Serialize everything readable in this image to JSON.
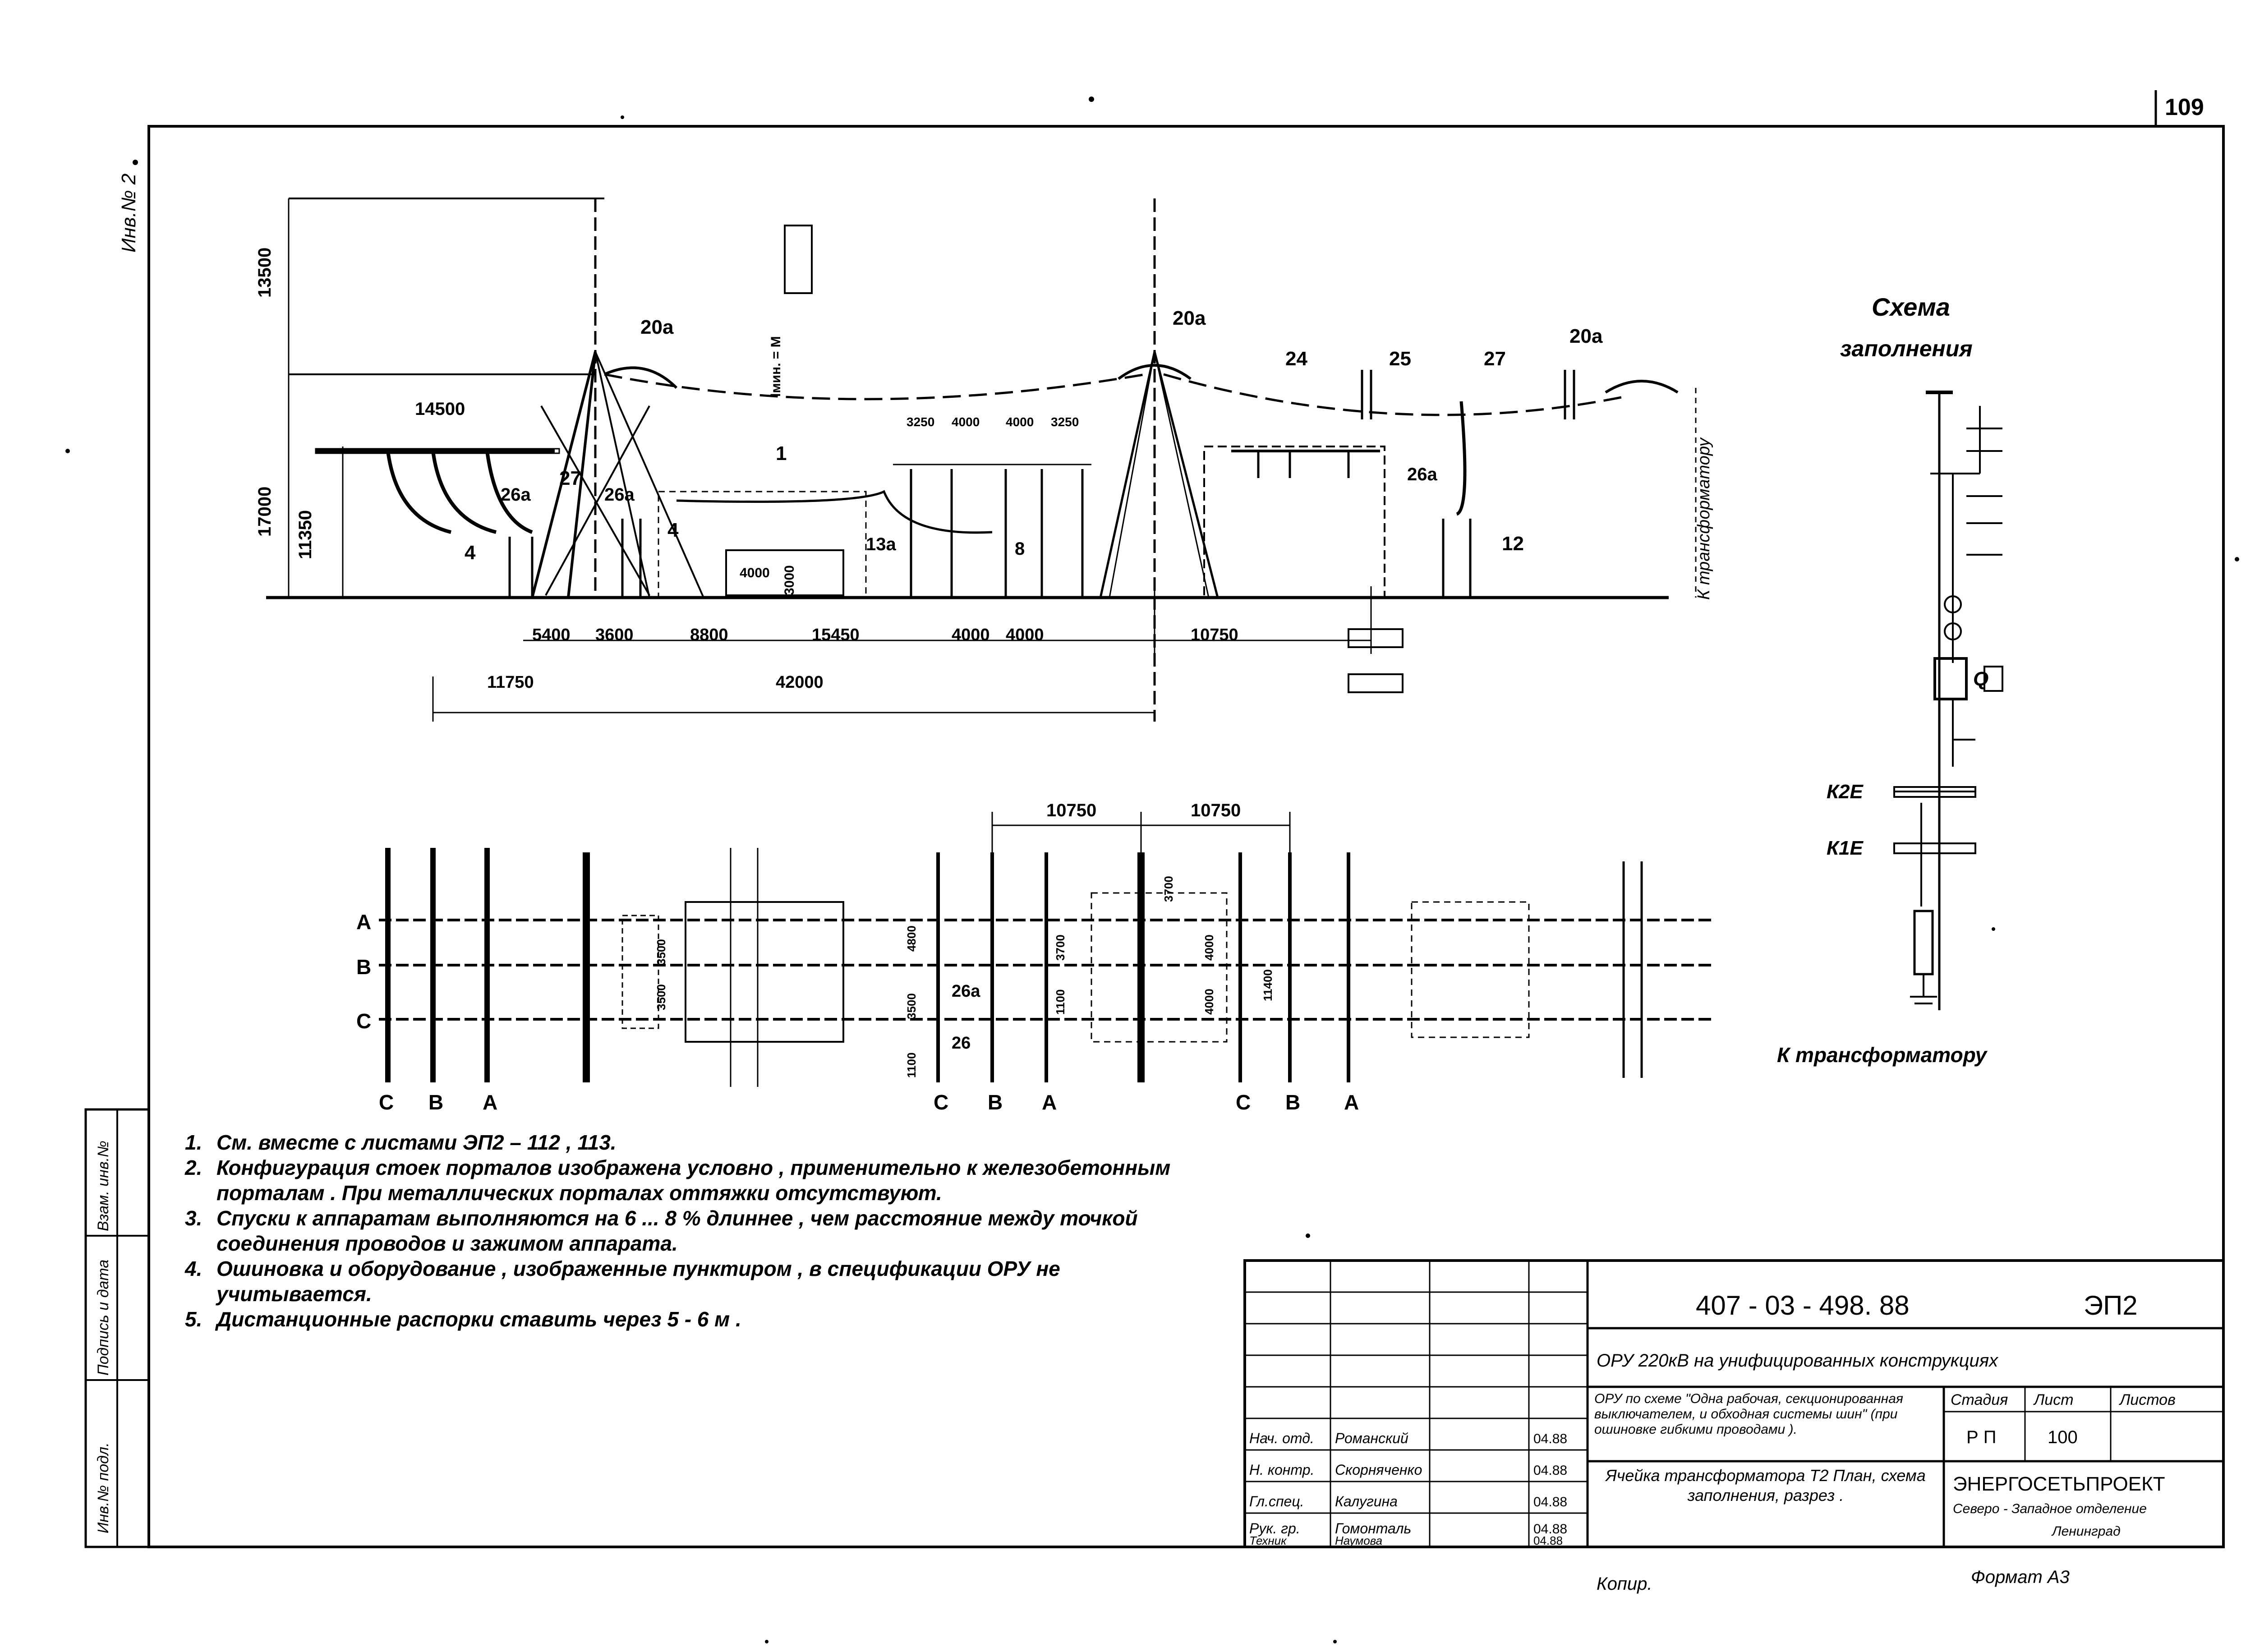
{
  "sheet_number": "109",
  "corner_marks": [
    "Инв.№ подл.",
    "Подпись и дата",
    "Взам. инв.№"
  ],
  "corner_mark_top": "Инв.№ 2",
  "schema": {
    "title_line1": "Схема",
    "title_line2": "заполнения",
    "labels": {
      "k2e": "К2Е",
      "k1e": "К1Е",
      "q": "Q",
      "to_transformer": "К трансформатору"
    }
  },
  "section": {
    "heights": [
      "13500",
      "17000",
      "11350"
    ],
    "spans_top": [
      "14500"
    ],
    "subspans": [
      "3250",
      "4000",
      "4000",
      "3250"
    ],
    "bottom_dims": [
      "5400",
      "3600",
      "8800",
      "15450",
      "4000",
      "4000",
      "10750"
    ],
    "overall_dims": [
      "11750",
      "42000"
    ],
    "items": [
      "20а",
      "20а",
      "20а",
      "24",
      "25",
      "27",
      "1",
      "27",
      "26а",
      "26а",
      "26а",
      "4",
      "4",
      "13а",
      "8",
      "12"
    ],
    "small_dims": [
      "4000",
      "3000"
    ],
    "lmin": "lмин. = М",
    "to_transformer": "К трансформатору"
  },
  "plan": {
    "top_dims": [
      "10750",
      "10750"
    ],
    "phases_left": [
      "А",
      "В",
      "С"
    ],
    "phases_bottom_1": [
      "С",
      "В",
      "А"
    ],
    "phases_bottom_2": [
      "С",
      "В",
      "А"
    ],
    "phases_bottom_3": [
      "С",
      "В",
      "А"
    ],
    "dims": [
      "3500",
      "3500",
      "4800",
      "3500",
      "1100",
      "3700",
      "1100",
      "3700",
      "4000",
      "4000",
      "11400"
    ],
    "items": [
      "26а",
      "26"
    ]
  },
  "notes": [
    {
      "n": "1.",
      "text": "См. вместе с листами ЭП2 – 112 , 113."
    },
    {
      "n": "2.",
      "text": "Конфигурация стоек порталов изображена условно , применительно к железобетонным порталам . При металлических порталах оттяжки отсутствуют."
    },
    {
      "n": "3.",
      "text": "Спуски к аппаратам выполняются на 6 ... 8 % длиннее , чем расстояние между точкой соединения проводов и зажимом аппарата."
    },
    {
      "n": "4.",
      "text": "Ошиновка и оборудование , изображенные пунктиром , в спецификации ОРУ не учитывается."
    },
    {
      "n": "5.",
      "text": "Дистанционные распорки ставить через 5 - 6 м ."
    }
  ],
  "title_block": {
    "code": "407 - 03 - 498. 88",
    "sheet_code": "ЭП2",
    "project": "ОРУ 220кВ на унифицированных конструкциях",
    "description": "ОРУ по схеме \"Одна рабочая, секционированная выключателем, и обходная системы шин\" (при ошиновке гибкими проводами ).",
    "drawing_title": "Ячейка трансформатора Т2 План, схема заполнения, разрез .",
    "stage_header": "Стадия",
    "sheet_header": "Лист",
    "sheets_header": "Листов",
    "stage": "Р П",
    "sheet": "100",
    "org1": "ЭНЕРГОСЕТЬПРОЕКТ",
    "org2": "Северо - Западное отделение",
    "org3": "Ленинград",
    "staff": [
      {
        "role": "Нач. отд.",
        "name": "Романский",
        "date": "04.88"
      },
      {
        "role": "Н. контр.",
        "name": "Скорняченко",
        "date": "04.88"
      },
      {
        "role": "Гл.спец.",
        "name": "Калугина",
        "date": "04.88"
      },
      {
        "role": "Рук. гр.",
        "name": "Гомонталь",
        "date": "04.88"
      },
      {
        "role": "Техник",
        "name": "Наумова",
        "date": "04.88"
      }
    ]
  },
  "footer": {
    "copied": "Копир.",
    "format": "Формат А3"
  }
}
